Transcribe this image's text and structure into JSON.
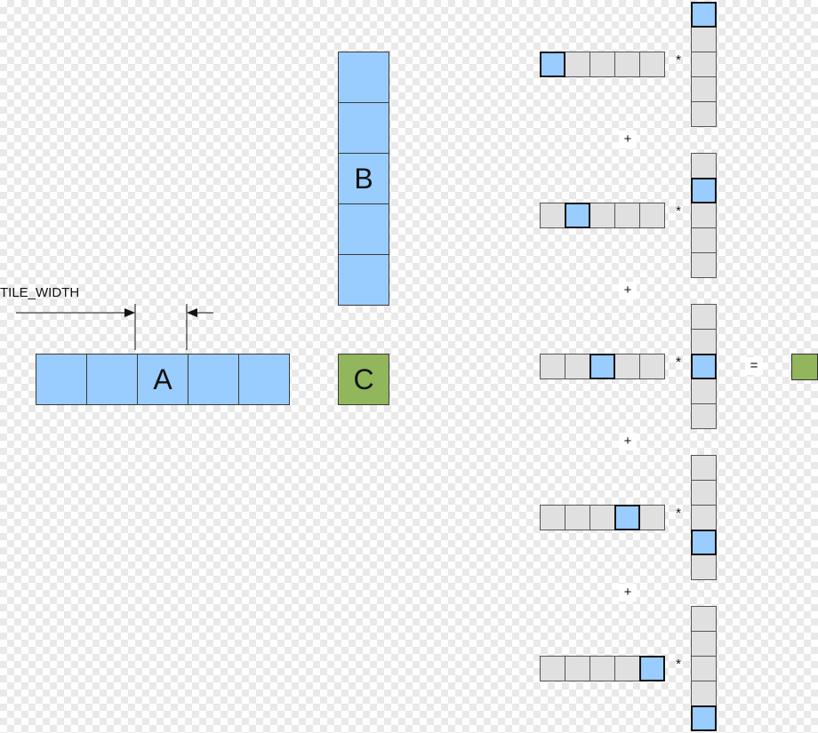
{
  "labels": {
    "a": "A",
    "b": "B",
    "c": "C",
    "tile_width": "TILE_WIDTH"
  },
  "operators": {
    "multiply": "*",
    "plus": "+",
    "equals": "="
  },
  "colors": {
    "blue": "#99ccff",
    "gray": "#e0e0e0",
    "green": "#92b65c",
    "border": "#333333"
  },
  "tiles": {
    "count": 5,
    "a_label_index": 2,
    "b_label_index": 2,
    "steps": [
      {
        "highlight": 0
      },
      {
        "highlight": 1
      },
      {
        "highlight": 2
      },
      {
        "highlight": 3
      },
      {
        "highlight": 4
      }
    ]
  }
}
